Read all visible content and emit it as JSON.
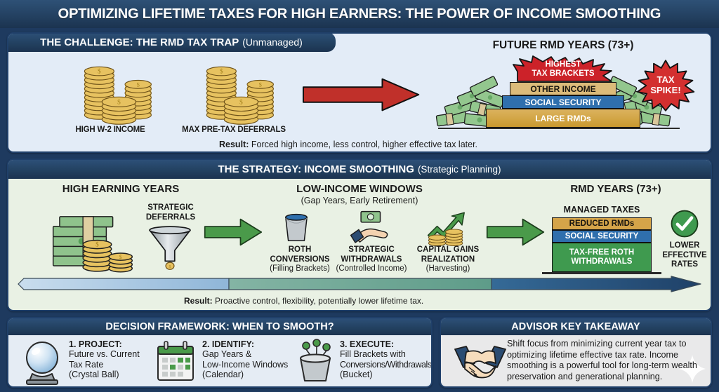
{
  "header": {
    "title": "OPTIMIZING LIFETIME TAXES FOR HIGH EARNERS: THE POWER OF INCOME SMOOTHING"
  },
  "colors": {
    "navy": "#234060",
    "challenge_bg": "#e3ecf7",
    "strategy_bg": "#e9f1e4",
    "red": "#c0392b",
    "green": "#4a9a4a",
    "gold": "#d4a445",
    "blue_band": "#2f6fad"
  },
  "challenge": {
    "title": "THE CHALLENGE: THE RMD TAX TRAP",
    "title_sub": "(Unmanaged)",
    "left_caption_1": "HIGH W-2 INCOME",
    "left_caption_2": "MAX PRE-TAX DEFERRALS",
    "arrow_icon": "red-right-arrow",
    "right_title": "FUTURE RMD YEARS (73+)",
    "pyramid": [
      {
        "label": "HIGHEST TAX BRACKETS",
        "color": "#cc2229",
        "text_color": "#ffffff"
      },
      {
        "label": "OTHER INCOME",
        "color": "#dcbb7a",
        "text_color": "#17140f"
      },
      {
        "label": "SOCIAL SECURITY",
        "color": "#2f6fad",
        "text_color": "#ffffff"
      },
      {
        "label": "LARGE RMDs",
        "color": "#d3a84f",
        "text_color": "#ffffff"
      }
    ],
    "burst_label": "TAX SPIKE!",
    "result_bold": "Result:",
    "result_text": "Forced high income, less control, higher effective tax later."
  },
  "strategy": {
    "title": "THE STRATEGY: INCOME SMOOTHING",
    "title_sub": "(Strategic Planning)",
    "columns": [
      {
        "title": "HIGH EARNING YEARS",
        "subtitle": ""
      },
      {
        "title": "LOW-INCOME WINDOWS",
        "subtitle": "(Gap Years, Early Retirement)"
      },
      {
        "title": "RMD YEARS (73+)",
        "subtitle": ""
      }
    ],
    "deferrals_label_1": "STRATEGIC",
    "deferrals_label_2": "DEFERRALS",
    "deferrals_icon": "funnel-icon",
    "steps": [
      {
        "line1": "ROTH",
        "line2": "CONVERSIONS",
        "note": "(Filling Brackets)",
        "icon": "bucket-icon"
      },
      {
        "line1": "STRATEGIC",
        "line2": "WITHDRAWALS",
        "note": "(Controlled Income)",
        "icon": "hand-with-cash-icon"
      },
      {
        "line1": "CAPITAL GAINS",
        "line2": "REALIZATION",
        "note": "(Harvesting)",
        "icon": "growth-arrow-coins-icon"
      }
    ],
    "managed_title": "MANAGED TAXES",
    "managed_bands": [
      {
        "label": "REDUCED RMDs",
        "color": "#d5a449",
        "text_color": "#17140f"
      },
      {
        "label": "SOCIAL SECURITY",
        "color": "#2f6fad",
        "text_color": "#ffffff"
      },
      {
        "label": "TAX-FREE ROTH WITHDRAWALS",
        "color": "#3f9a4f",
        "text_color": "#ffffff"
      }
    ],
    "check_icon": "green-check-circle-icon",
    "check_label_1": "LOWER",
    "check_label_2": "EFFECTIVE",
    "check_label_3": "RATES",
    "result_bold": "Result:",
    "result_text": "Proactive control, flexibility, potentially lower lifetime tax.",
    "timeline_segments": [
      "#a9c6e0",
      "#6aa896",
      "#2e5b86"
    ]
  },
  "decision": {
    "title": "DECISION FRAMEWORK: WHEN TO SMOOTH?",
    "steps": [
      {
        "title": "1. PROJECT:",
        "line1": "Future vs. Current",
        "line2": "Tax Rate",
        "line3": "(Crystal Ball)",
        "icon": "crystal-ball-icon"
      },
      {
        "title": "2. IDENTIFY:",
        "line1": "Gap Years &",
        "line2": "Low-Income Windows",
        "line3": "(Calendar)",
        "icon": "calendar-icon"
      },
      {
        "title": "3. EXECUTE:",
        "line1": "Fill Brackets with",
        "line2": "Conversions/Withdrawals",
        "line3": "(Bucket)",
        "icon": "bucket-icon"
      }
    ]
  },
  "advisor": {
    "title": "ADVISOR KEY TAKEAWAY",
    "icon": "handshake-icon",
    "text": "Shift focus from minimizing current year tax to optimizing lifetime effective tax rate. Income smoothing is a powerful tool for long-term wealth preservation and generational planning."
  }
}
